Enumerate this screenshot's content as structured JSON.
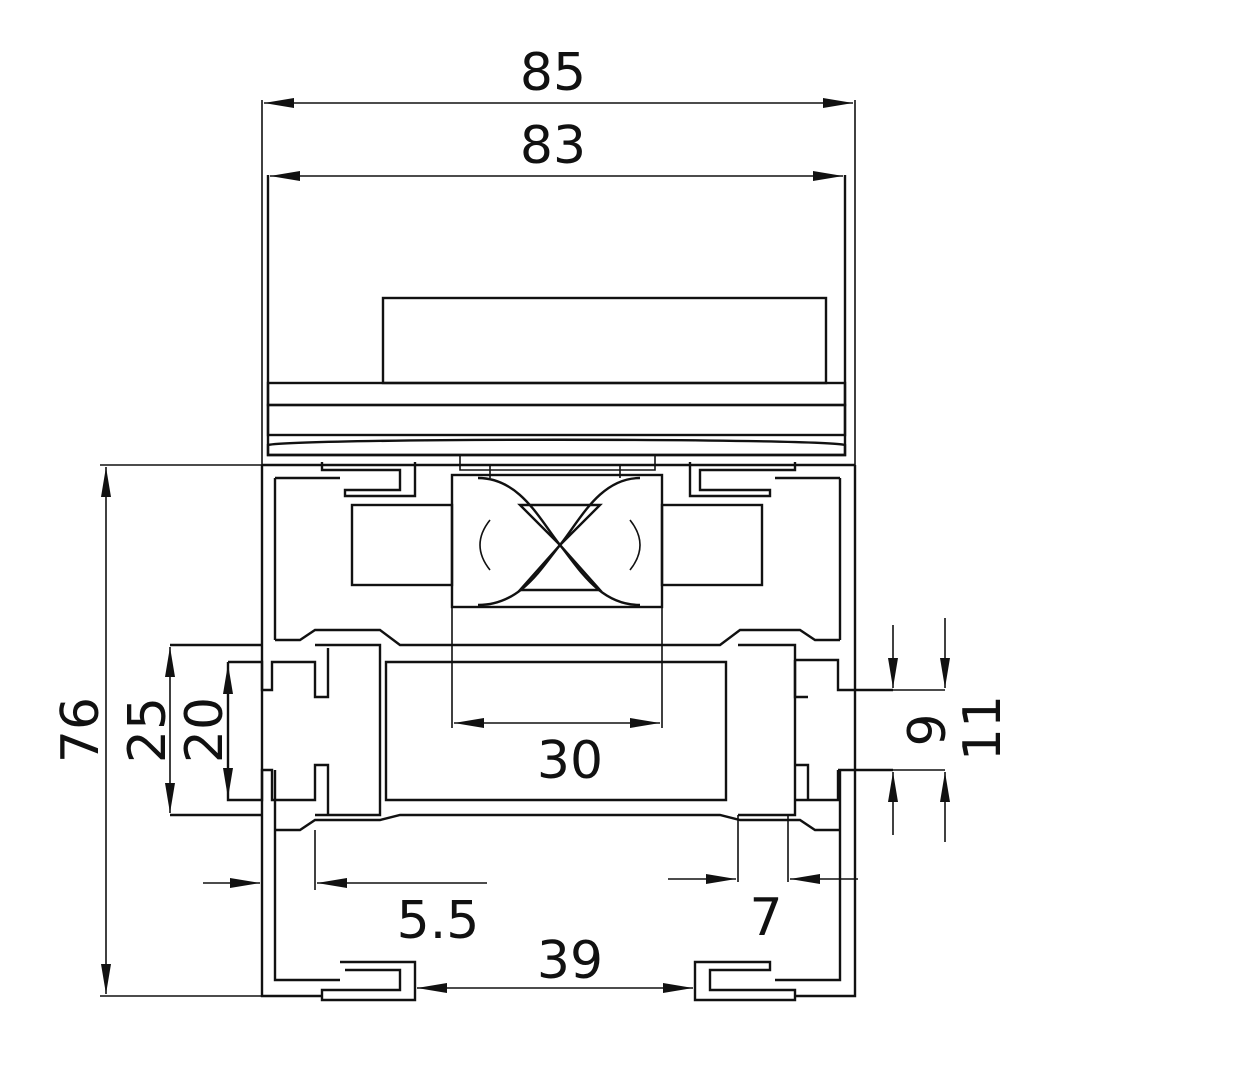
{
  "dimensions": {
    "overall_width": "85",
    "inner_width": "83",
    "overall_height": "76",
    "height_25": "25",
    "height_20": "20",
    "width_30": "30",
    "height_9": "9",
    "height_11": "11",
    "width_5_5": "5.5",
    "width_7": "7",
    "width_39": "39"
  }
}
